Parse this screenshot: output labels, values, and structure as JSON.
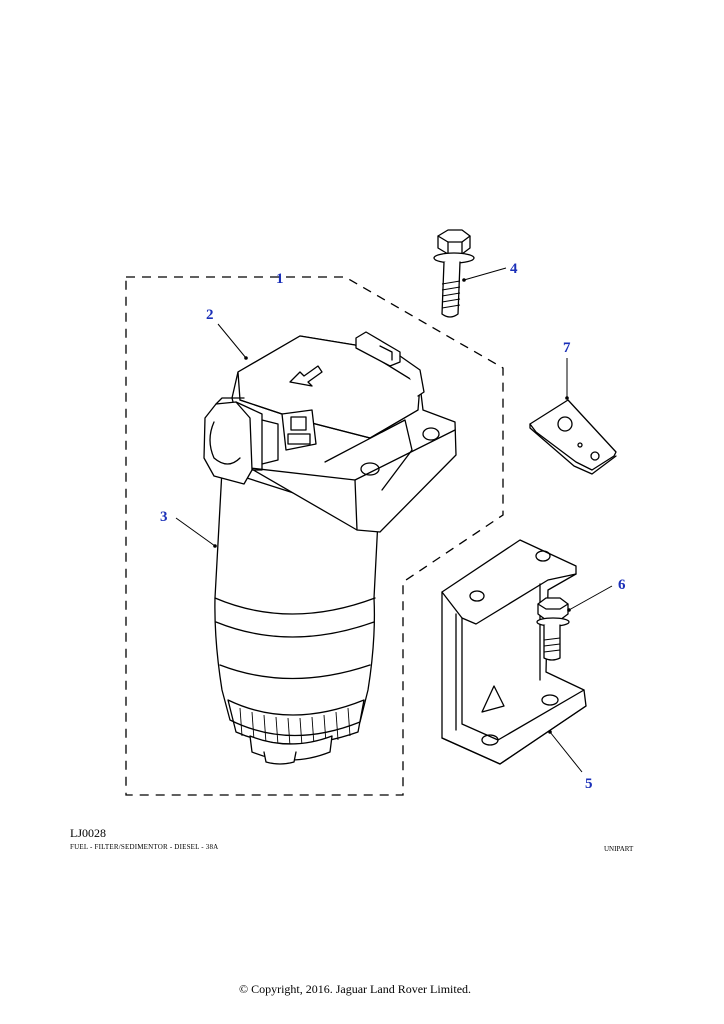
{
  "diagram": {
    "callouts": [
      {
        "id": "1",
        "label": "1"
      },
      {
        "id": "2",
        "label": "2"
      },
      {
        "id": "3",
        "label": "3"
      },
      {
        "id": "4",
        "label": "4"
      },
      {
        "id": "5",
        "label": "5"
      },
      {
        "id": "6",
        "label": "6"
      },
      {
        "id": "7",
        "label": "7"
      }
    ],
    "callout_color": "#1a2fb8"
  },
  "footer": {
    "ref_code": "LJ0028",
    "caption": "FUEL - FILTER/SEDIMENTOR - DIESEL - 38A",
    "brand": "UNIPART",
    "copyright": "© Copyright, 2016. Jaguar Land Rover Limited."
  }
}
